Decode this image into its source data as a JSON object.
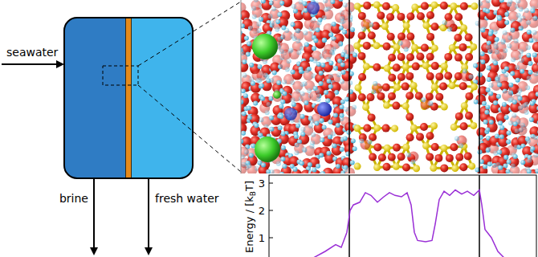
{
  "diagram": {
    "labels": [
      "seawater",
      "brine",
      "fresh water",
      "3",
      "2",
      "1",
      "Energy / [k",
      "B",
      "T]"
    ]
  }
}
